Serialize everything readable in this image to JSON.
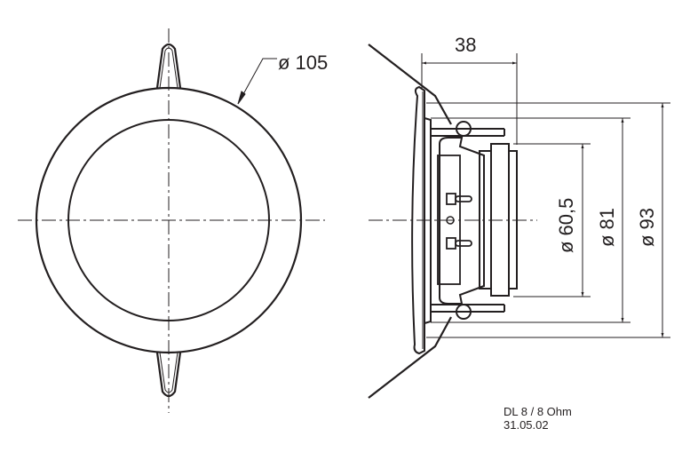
{
  "drawing": {
    "type": "technical-drawing",
    "subject": "ceiling speaker",
    "views": [
      "front-view",
      "side-view"
    ],
    "stroke_color": "#231f20",
    "background": "#ffffff"
  },
  "front_view": {
    "dimension_outer_diameter": "ø 105"
  },
  "side_view": {
    "dimension_depth": "38",
    "dimension_d1": "ø 60,5",
    "dimension_d2": "ø 81",
    "dimension_d3": "ø 93"
  },
  "title_block": {
    "model": "DL 8 / 8 Ohm",
    "date": "31.05.02"
  }
}
